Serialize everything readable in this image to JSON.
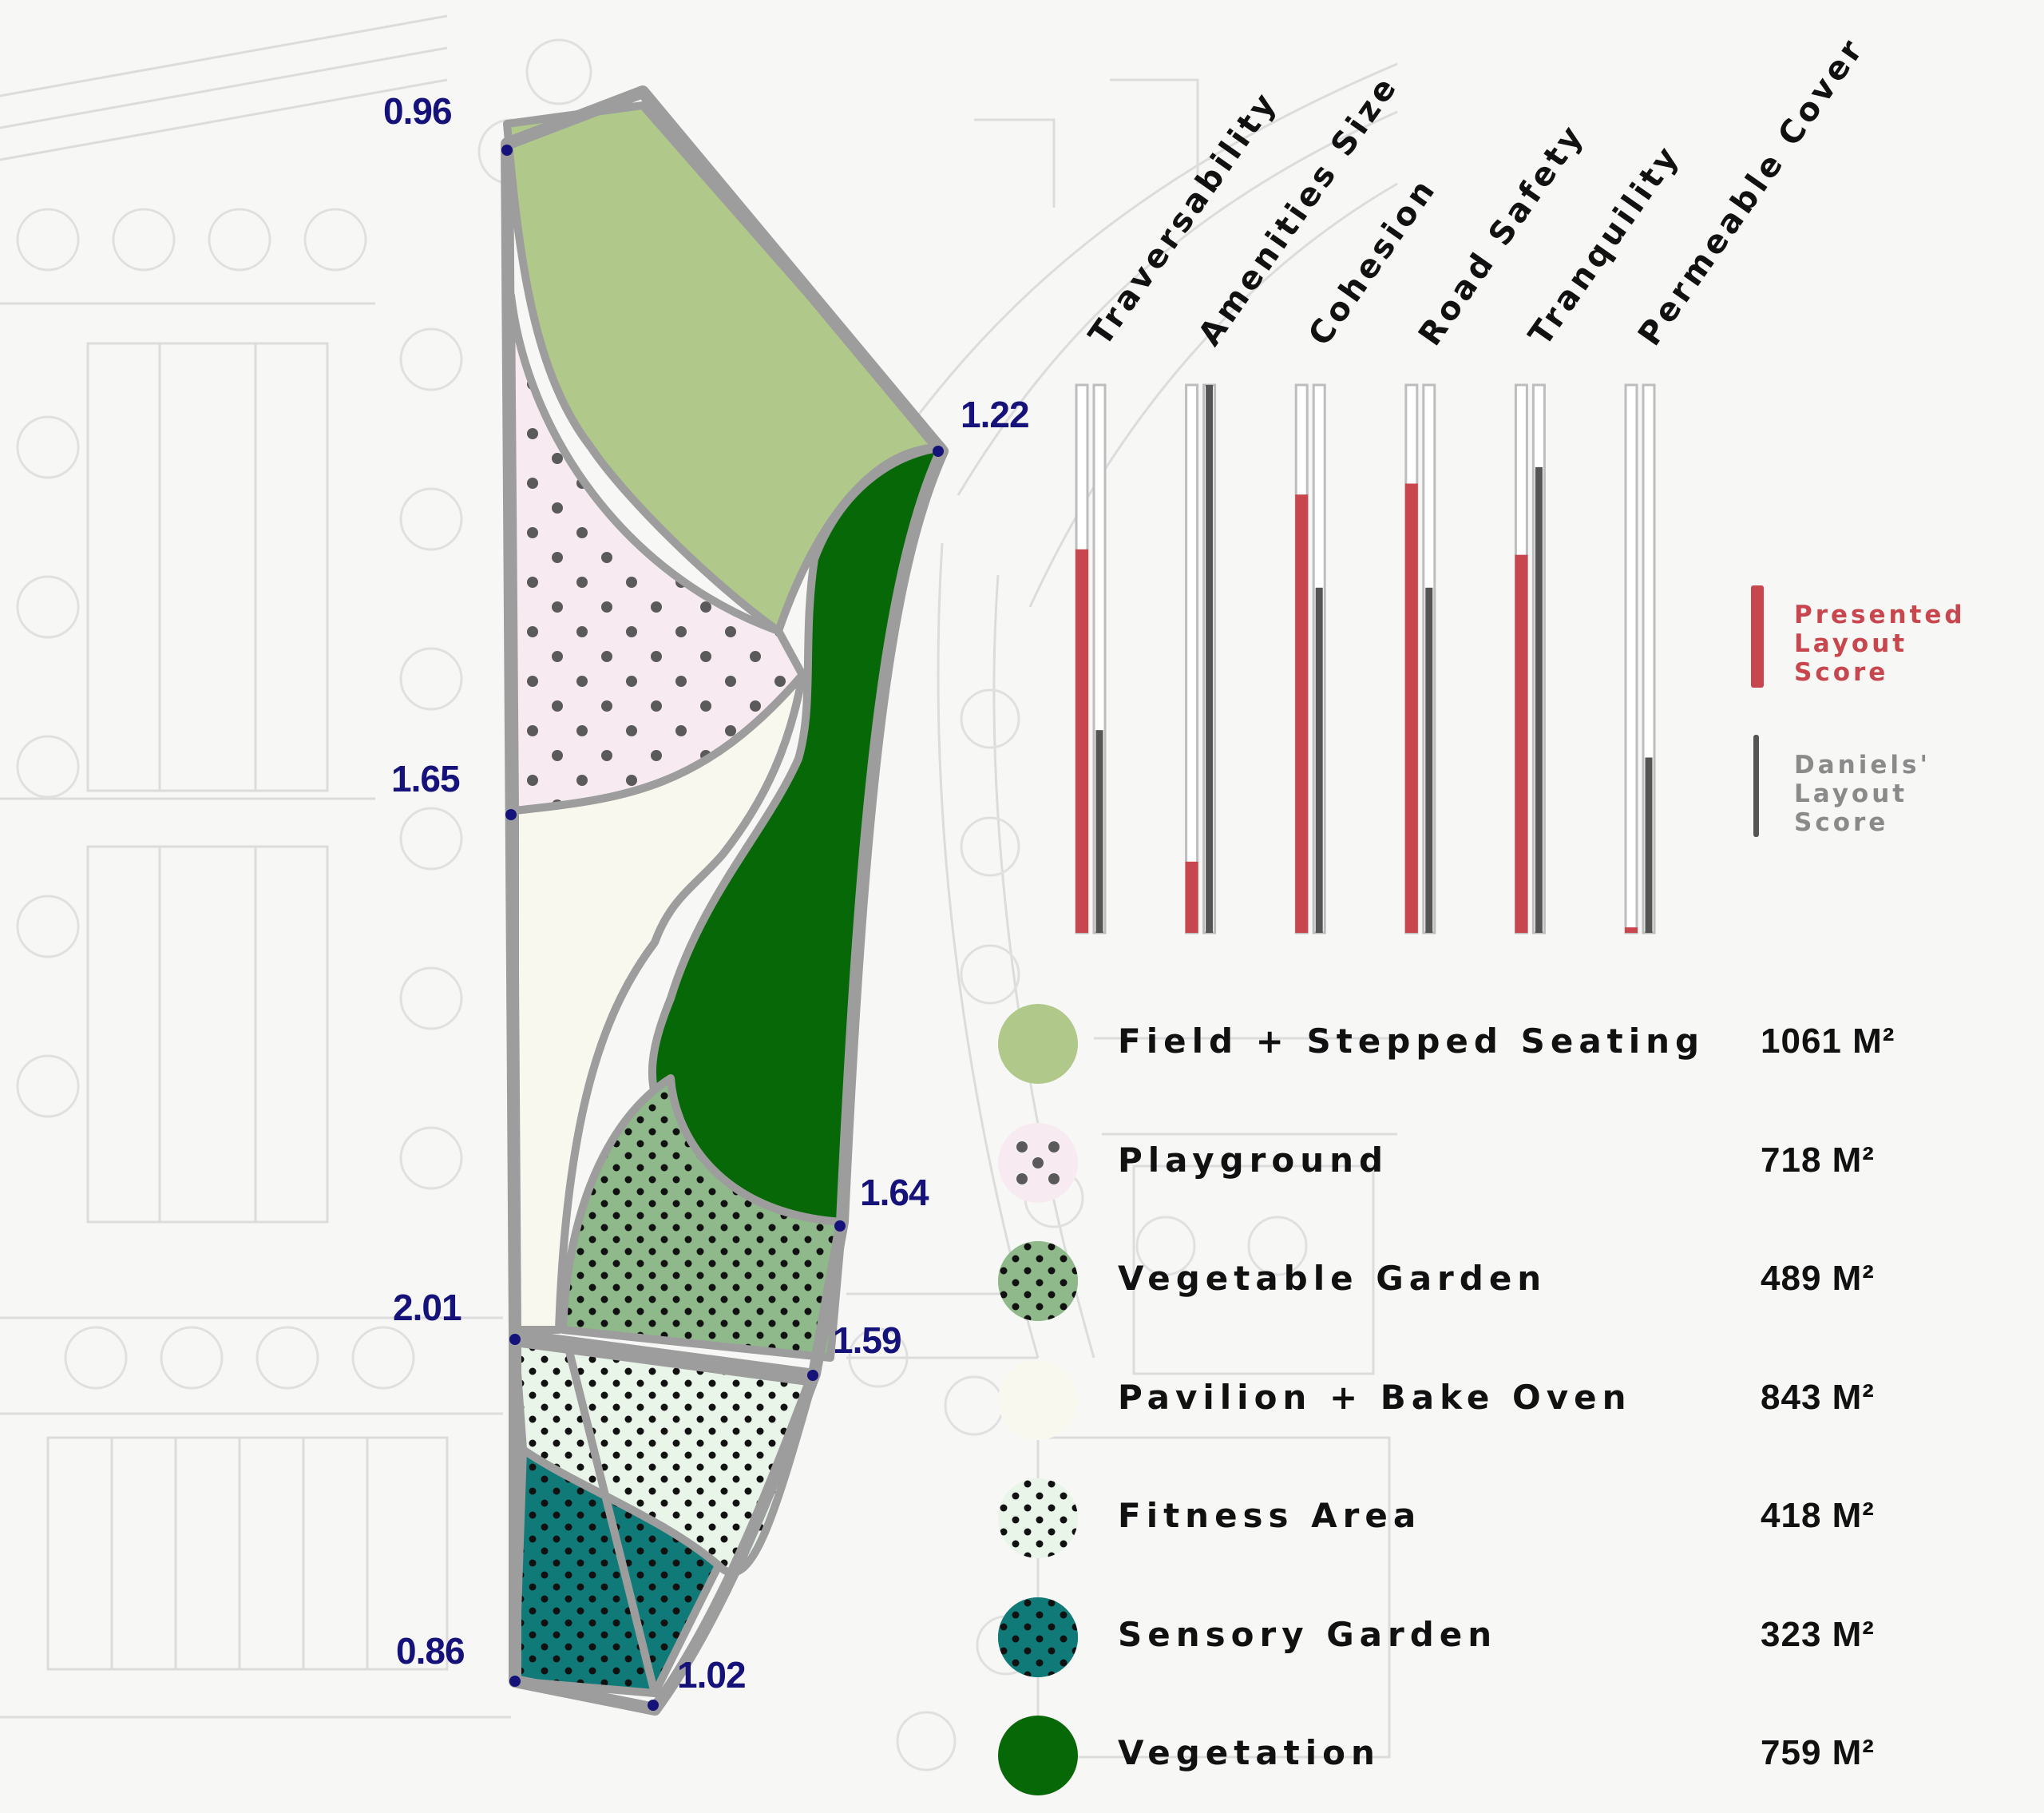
{
  "nodes": [
    "0.96",
    "1.22",
    "1.65",
    "1.64",
    "2.01",
    "1.59",
    "0.86",
    "1.02"
  ],
  "chart_data": {
    "type": "bar",
    "categories": [
      "Traversability",
      "Amenities Size",
      "Cohesion",
      "Road Safety",
      "Tranquility",
      "Permeable Cover"
    ],
    "series": [
      {
        "name": "Presented Layout Score",
        "values": [
          0.7,
          0.13,
          0.8,
          0.82,
          0.69,
          0.01
        ],
        "color": "#c8464d"
      },
      {
        "name": "Daniels' Layout Score",
        "values": [
          0.37,
          1.0,
          0.63,
          0.63,
          0.85,
          0.32
        ],
        "color": "#555555"
      }
    ],
    "ylim": [
      0,
      1
    ],
    "grid": false,
    "legend_position": "right"
  },
  "chart_legend": {
    "presented": [
      "Presented",
      "Layout",
      "Score"
    ],
    "daniels": [
      "Daniels'",
      "Layout",
      "Score"
    ]
  },
  "legend": [
    {
      "name": "Field + Stepped  Seating",
      "area": "1061 M²",
      "color": "#b0c98a",
      "pattern": "none"
    },
    {
      "name": "Playground",
      "area": "718 M²",
      "color": "#f7eaf0",
      "pattern": "sparse-dots"
    },
    {
      "name": "Vegetable Garden",
      "area": "489 M²",
      "color": "#8fb98a",
      "pattern": "dense-dots"
    },
    {
      "name": "Pavilion + Bake Oven",
      "area": "843 M²",
      "color": "#f9f8ee",
      "pattern": "none"
    },
    {
      "name": "Fitness Area",
      "area": "418 M²",
      "color": "#eaf5ea",
      "pattern": "dense-dots"
    },
    {
      "name": "Sensory Garden",
      "area": "323 M²",
      "color": "#107a78",
      "pattern": "dense-dots"
    },
    {
      "name": "Vegetation",
      "area": "759 M²",
      "color": "#076808",
      "pattern": "none"
    }
  ]
}
